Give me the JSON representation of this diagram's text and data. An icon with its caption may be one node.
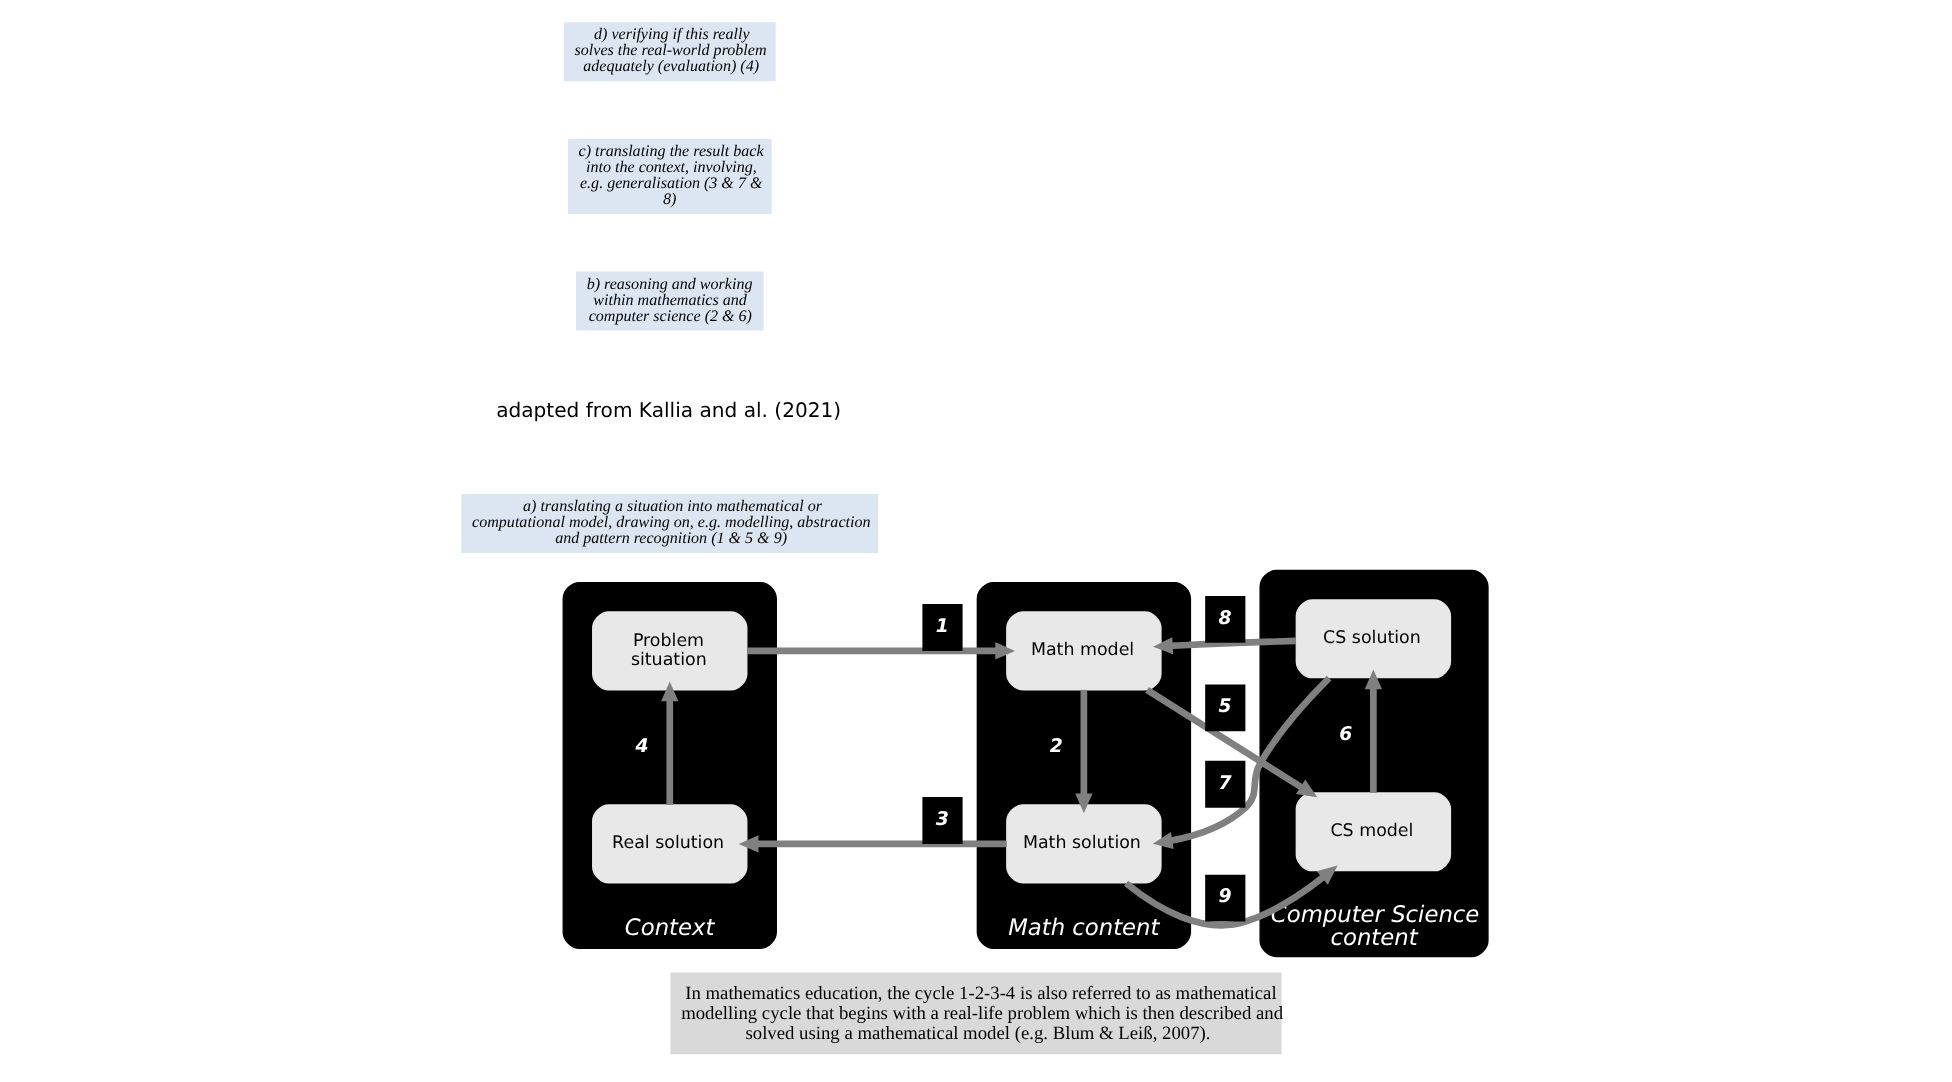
{
  "diagram": {
    "caption": "In mathematics education, the cycle 1-2-3-4 is also referred to as mathematical modelling cycle that begins with a real-life problem which is then described and solved using a mathematical model (e.g. Blum & Leiß, 2007).",
    "nodes": [
      {
        "text": [
          "Context"
        ]
      },
      {
        "text": [
          "Problem situation"
        ],
        "in": 0
      },
      {
        "text": [
          "Real solution"
        ],
        "in": 0
      },
      {
        "text": [
          "Math content"
        ]
      },
      {
        "text": [
          "Math model"
        ],
        "in": 3
      },
      {
        "text": [
          "Math solution"
        ],
        "in": 3
      },
      {
        "text": [
          "Computer Science content"
        ]
      },
      {
        "text": [
          "CS model"
        ],
        "in": 6
      },
      {
        "text": [
          "CS solution"
        ],
        "in": 6
      }
    ],
    "edges": [
      {
        "from": 1,
        "to": 4,
        "arrow": "to",
        "label": "1"
      },
      {
        "from": 4,
        "to": 5,
        "arrow": "to",
        "label": "2"
      },
      {
        "from": 5,
        "to": 2,
        "arrow": "to",
        "label": "3"
      },
      {
        "from": 2,
        "to": 1,
        "arrow": "to",
        "label": "4"
      },
      {
        "from": 4,
        "to": 7,
        "arrow": "to",
        "label": "5"
      },
      {
        "from": 7,
        "to": 8,
        "arrow": "to",
        "label": "6"
      },
      {
        "from": 8,
        "to": 5,
        "arrow": "to",
        "label": "7"
      },
      {
        "from": 8,
        "to": 4,
        "arrow": "to",
        "label": "8"
      },
      {
        "from": 5,
        "to": 7,
        "arrow": "to",
        "label": "9"
      }
    ],
    "labels": [
      "a) translating a situation into mathematical or computational model, drawing on, e.g. modelling, abstraction and pattern recognition (1 & 5 & 9)",
      "adapted from Kallia and al. (2021)",
      "b) reasoning and working within mathematics and computer science (2 & 6)",
      "c) translating the result back into the context, involving, e.g. generalisation (3 & 7 & 8)",
      "d) verifying if this really solves the real-world problem adequately (evaluation) (4)"
    ]
  }
}
